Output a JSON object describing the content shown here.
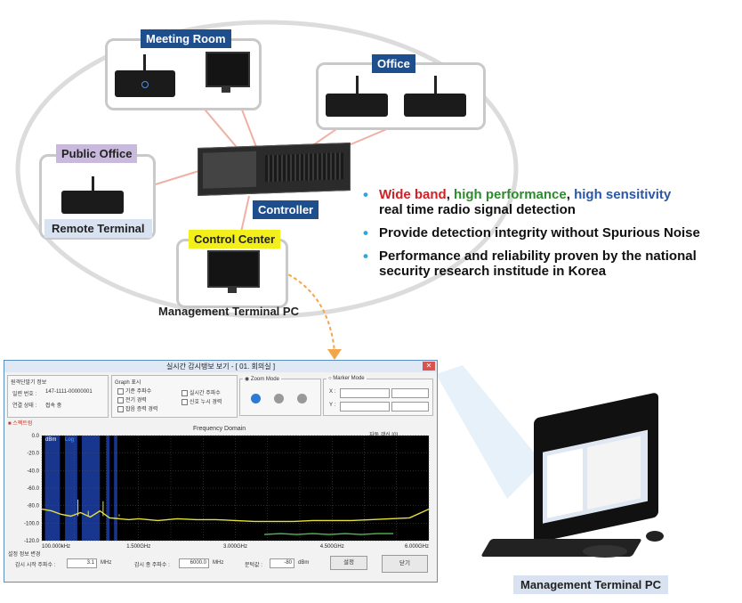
{
  "diagram": {
    "rooms": {
      "meeting_room": "Meeting Room",
      "office": "Office",
      "public_office": "Public Office",
      "remote_terminal": "Remote Terminal",
      "controller": "Controller",
      "control_center": "Control Center",
      "management_pc": "Management Terminal PC",
      "management_pc_right": "Management Terminal PC"
    },
    "bullets": [
      {
        "part1": "Wide band",
        "sep1": ", ",
        "part2": "high performance",
        "sep2": ", ",
        "part3": "high sensitivity",
        "rest": "real time radio signal detection"
      },
      {
        "text": "Provide detection integrity without Spurious Noise"
      },
      {
        "text": "Performance and reliability proven by the national security research institude in Korea"
      }
    ]
  },
  "software": {
    "title": "실시간 감시탱보 보기 - [ 01. 회의실 ]",
    "info_header": "원격단말기 정보",
    "info_id_label": "일련 번호 :",
    "info_id_value": "147-1111-00000001",
    "info_status_label": "연결 상태 :",
    "info_status_value": "접속 중",
    "graph_header": "Graph 표시",
    "graph_options": [
      "기준 주파수",
      "전기 경력",
      "잡음 증력 경력",
      "실시간 주파수",
      "신호 누시 경력"
    ],
    "zoom_mode": "Zoom Mode",
    "marker_mode": "Marker Mode",
    "marker_x": "X :",
    "marker_y": "Y :",
    "spectrum_tab": "스펙트럼",
    "chart_title": "Frequency Domain",
    "auto_label": "자동 갱신 [0]",
    "bottom_header": "설정 정보 변경",
    "start_label": "감시 시작 주파수 :",
    "start_value": "3.1",
    "start_unit": "MHz",
    "end_label": "감시 종 주파수 :",
    "end_value": "6000.0",
    "end_unit": "MHz",
    "threshold_label": "문턱값 :",
    "threshold_value": "-80",
    "threshold_unit": "dBm",
    "apply_button": "설정",
    "close_button": "닫기"
  },
  "chart_data": {
    "type": "line",
    "title": "Frequency Domain",
    "ylabel": "dBm",
    "scale_label": "Log",
    "x_ticks": [
      "100.000kHz",
      "1.500GHz",
      "3.000GHz",
      "4.500GHz",
      "6.000GHz"
    ],
    "y_ticks": [
      "0.0",
      "-20.0",
      "-40.0",
      "-60.0",
      "-80.0",
      "-100.0",
      "-120.0"
    ],
    "ylim": [
      -120,
      0
    ],
    "xlim": [
      0.0001,
      6.0
    ],
    "series": [
      {
        "color": "#e6e03a",
        "x": [
          0.0,
          0.15,
          0.3,
          0.45,
          0.6,
          0.75,
          0.9,
          1.05,
          1.2,
          1.35,
          1.5,
          1.8,
          2.1,
          2.4,
          2.7,
          3.0,
          3.3,
          3.6,
          3.9,
          4.2,
          4.5,
          4.8,
          5.1,
          5.4,
          5.7,
          6.0
        ],
        "y": [
          -84,
          -86,
          -90,
          -92,
          -88,
          -93,
          -86,
          -94,
          -95,
          -96,
          -95,
          -97,
          -95,
          -96,
          -96,
          -97,
          -98,
          -98,
          -98,
          -97,
          -97,
          -97,
          -96,
          -95,
          -94,
          -84
        ]
      },
      {
        "color": "#49c04a",
        "x": [
          3.45,
          3.7,
          3.95,
          4.2,
          4.45,
          4.7,
          4.95,
          5.2,
          5.45
        ],
        "y": [
          -113,
          -112,
          -113,
          -112,
          -113,
          -112,
          -113,
          -112,
          -112
        ]
      }
    ],
    "peaks": [
      {
        "x": 0.56,
        "y": -73
      },
      {
        "x": 0.72,
        "y": -86
      },
      {
        "x": 0.95,
        "y": -75
      },
      {
        "x": 1.2,
        "y": -90
      },
      {
        "x": 1.82,
        "y": -92
      }
    ],
    "bands": [
      [
        0.05,
        0.28
      ],
      [
        0.36,
        0.55
      ],
      [
        0.62,
        0.9
      ],
      [
        1.0,
        1.05
      ],
      [
        1.12,
        1.17
      ]
    ]
  }
}
